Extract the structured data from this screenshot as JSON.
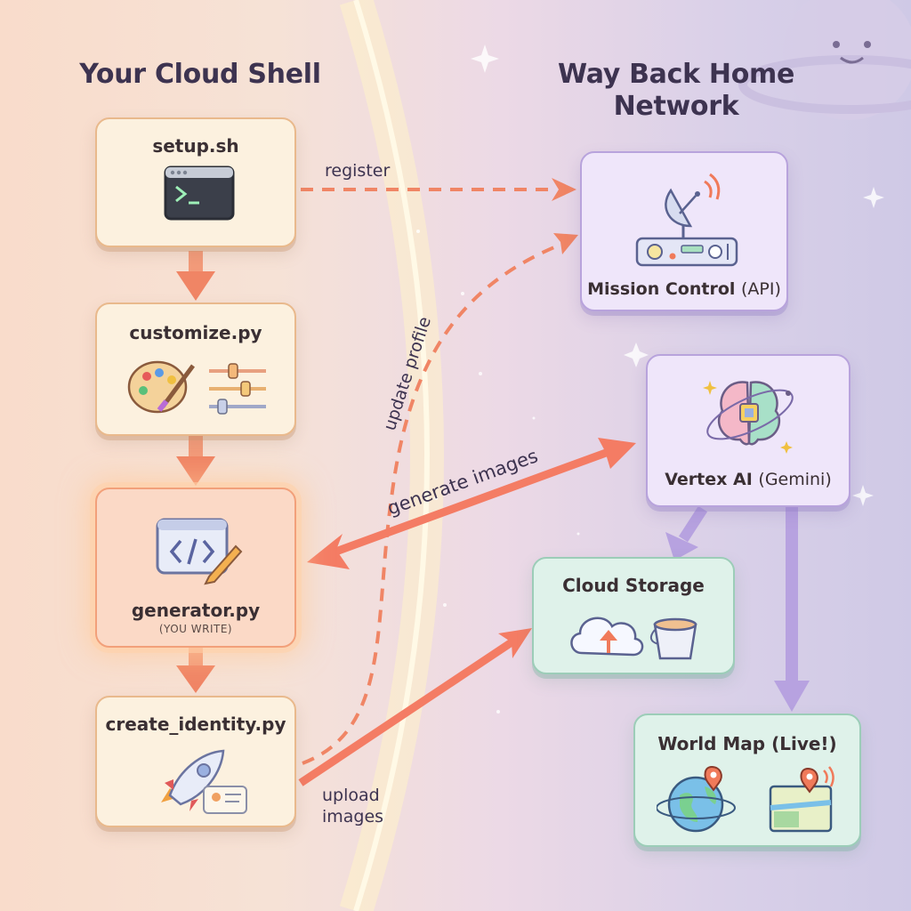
{
  "titles": {
    "left": "Your Cloud Shell",
    "right": "Way Back Home Network"
  },
  "left_nodes": {
    "setup": {
      "label": "setup.sh",
      "icon": "terminal-icon"
    },
    "customize": {
      "label": "customize.py",
      "icon": "palette-icon"
    },
    "generator": {
      "label": "generator.py",
      "sublabel": "(YOU WRITE)",
      "icon": "code-editor-icon"
    },
    "identity": {
      "label": "create_identity.py",
      "icon": "rocket-icon"
    }
  },
  "right_nodes": {
    "mission": {
      "label": "Mission Control",
      "suffix": "(API)",
      "icon": "satellite-dish-icon"
    },
    "vertex": {
      "label": "Vertex AI",
      "suffix": "(Gemini)",
      "icon": "ai-brain-icon"
    },
    "storage": {
      "label": "Cloud Storage",
      "icon": "cloud-upload-icon"
    },
    "worldmap": {
      "label": "World Map (Live!)",
      "icon": "globe-map-icon"
    }
  },
  "connections": {
    "register": "register",
    "update_profile": "update profile",
    "generate_images": "generate images",
    "upload_images_1": "upload",
    "upload_images_2": "images"
  },
  "colors": {
    "arrow_orange": "#f0785c",
    "arrow_purple": "#b7a2e0",
    "text_dark": "#3d3350"
  }
}
